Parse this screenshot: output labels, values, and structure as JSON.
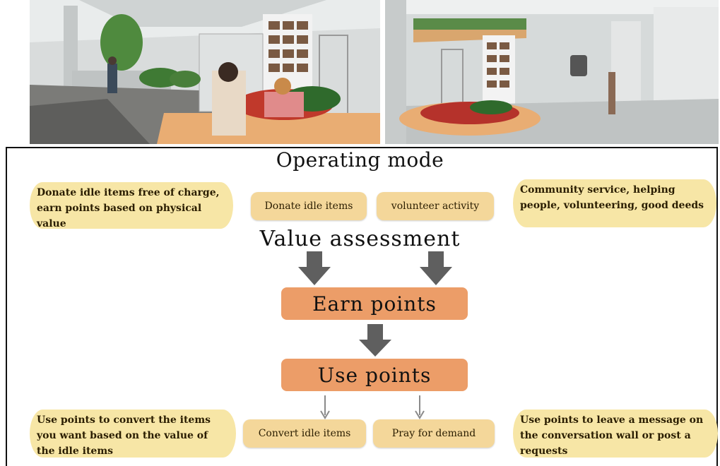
{
  "diagram": {
    "title": "Operating mode",
    "value_assessment": "Value assessment",
    "left_note_top": "Donate idle items free of charge, earn points based on physical value",
    "donate_items": "Donate idle items",
    "volunteer_activity": "volunteer activity",
    "right_note_top": "Community service, helping people, volunteering, good deeds",
    "earn_points": "Earn points",
    "use_points": "Use points",
    "left_note_bottom": "Use points to convert the items you want based on the value of the idle items",
    "convert_items": "Convert idle items",
    "pray_demand": "Pray for demand",
    "right_note_bottom": "Use points to leave a message on the conversation wall or post a requests"
  },
  "colors": {
    "note_fill": "#f7e6a6",
    "small_box_fill": "#f4d79a",
    "main_box_fill": "#ec9d68",
    "arrow_dark": "#5f5f5f",
    "arrow_light": "#8a8a8a"
  }
}
